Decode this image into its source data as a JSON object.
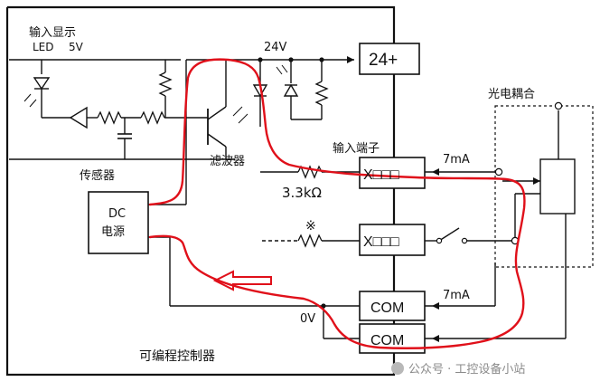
{
  "labels": {
    "input_display": "输入显示",
    "led": "LED",
    "v5": "5V",
    "v24": "24V",
    "sensor": "传感器",
    "filter": "滤波器",
    "input_terminal": "输入端子",
    "resistor": "3.3kΩ",
    "dc_line1": "DC",
    "dc_line2": "电源",
    "note_mark": "※",
    "zero_v": "0V",
    "plc": "可编程控制器",
    "photocoupler": "光电耦合",
    "current_top": "7mA",
    "current_com": "7mA"
  },
  "boxes": {
    "plus24": "24+",
    "x_top": "X□□□",
    "x_mid": "X□□□",
    "com_top": "COM",
    "com_bottom": "COM"
  },
  "watermark": {
    "text": "公众号 · 工控设备小站"
  },
  "colors": {
    "wire": "#111111",
    "current_path": "#e0101a",
    "watermark": "#8a8a8a"
  }
}
